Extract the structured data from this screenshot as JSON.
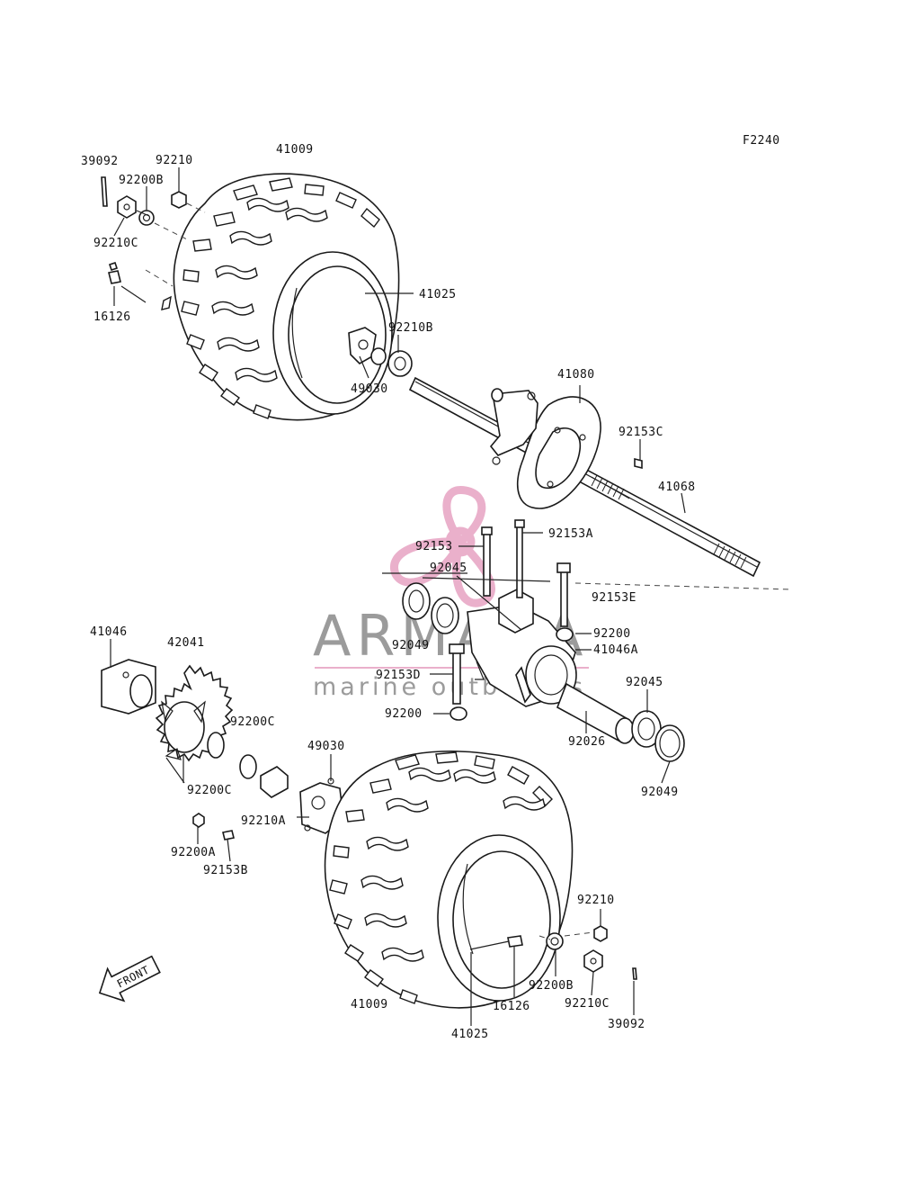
{
  "figure_code": "F2240",
  "watermark": {
    "brand": "ARMADA",
    "tagline": "marine outboards",
    "brand_color": "#8a8a8a",
    "logo_color": "#e7a3c3"
  },
  "front_arrow_label": "FRONT",
  "labels": {
    "p39092_top": "39092",
    "p41009_top": "41009",
    "p92210_top": "92210",
    "p92200B_top": "92200B",
    "p92210C_top": "92210C",
    "p16126_top": "16126",
    "p41025_top": "41025",
    "p92210B": "92210B",
    "p49030_top": "49030",
    "p41080": "41080",
    "p92153C": "92153C",
    "p41068": "41068",
    "p92153A": "92153A",
    "p92153": "92153",
    "p92045_top": "92045",
    "p92153E": "92153E",
    "p92200_right": "92200",
    "p41046A": "41046A",
    "p92049_mid": "92049",
    "p92153D": "92153D",
    "p92200_mid": "92200",
    "p92045_right": "92045",
    "p92026": "92026",
    "p92049_right": "92049",
    "p41046": "41046",
    "p42041": "42041",
    "p92200C_a": "92200C",
    "p92200C_b": "92200C",
    "p92200A": "92200A",
    "p92153B": "92153B",
    "p49030_bot": "49030",
    "p92210A": "92210A",
    "p92210_bot": "92210",
    "p92200B_bot": "92200B",
    "p92210C_bot": "92210C",
    "p39092_bot": "39092",
    "p16126_bot": "16126",
    "p41009_bot": "41009",
    "p41025_bot": "41025"
  }
}
